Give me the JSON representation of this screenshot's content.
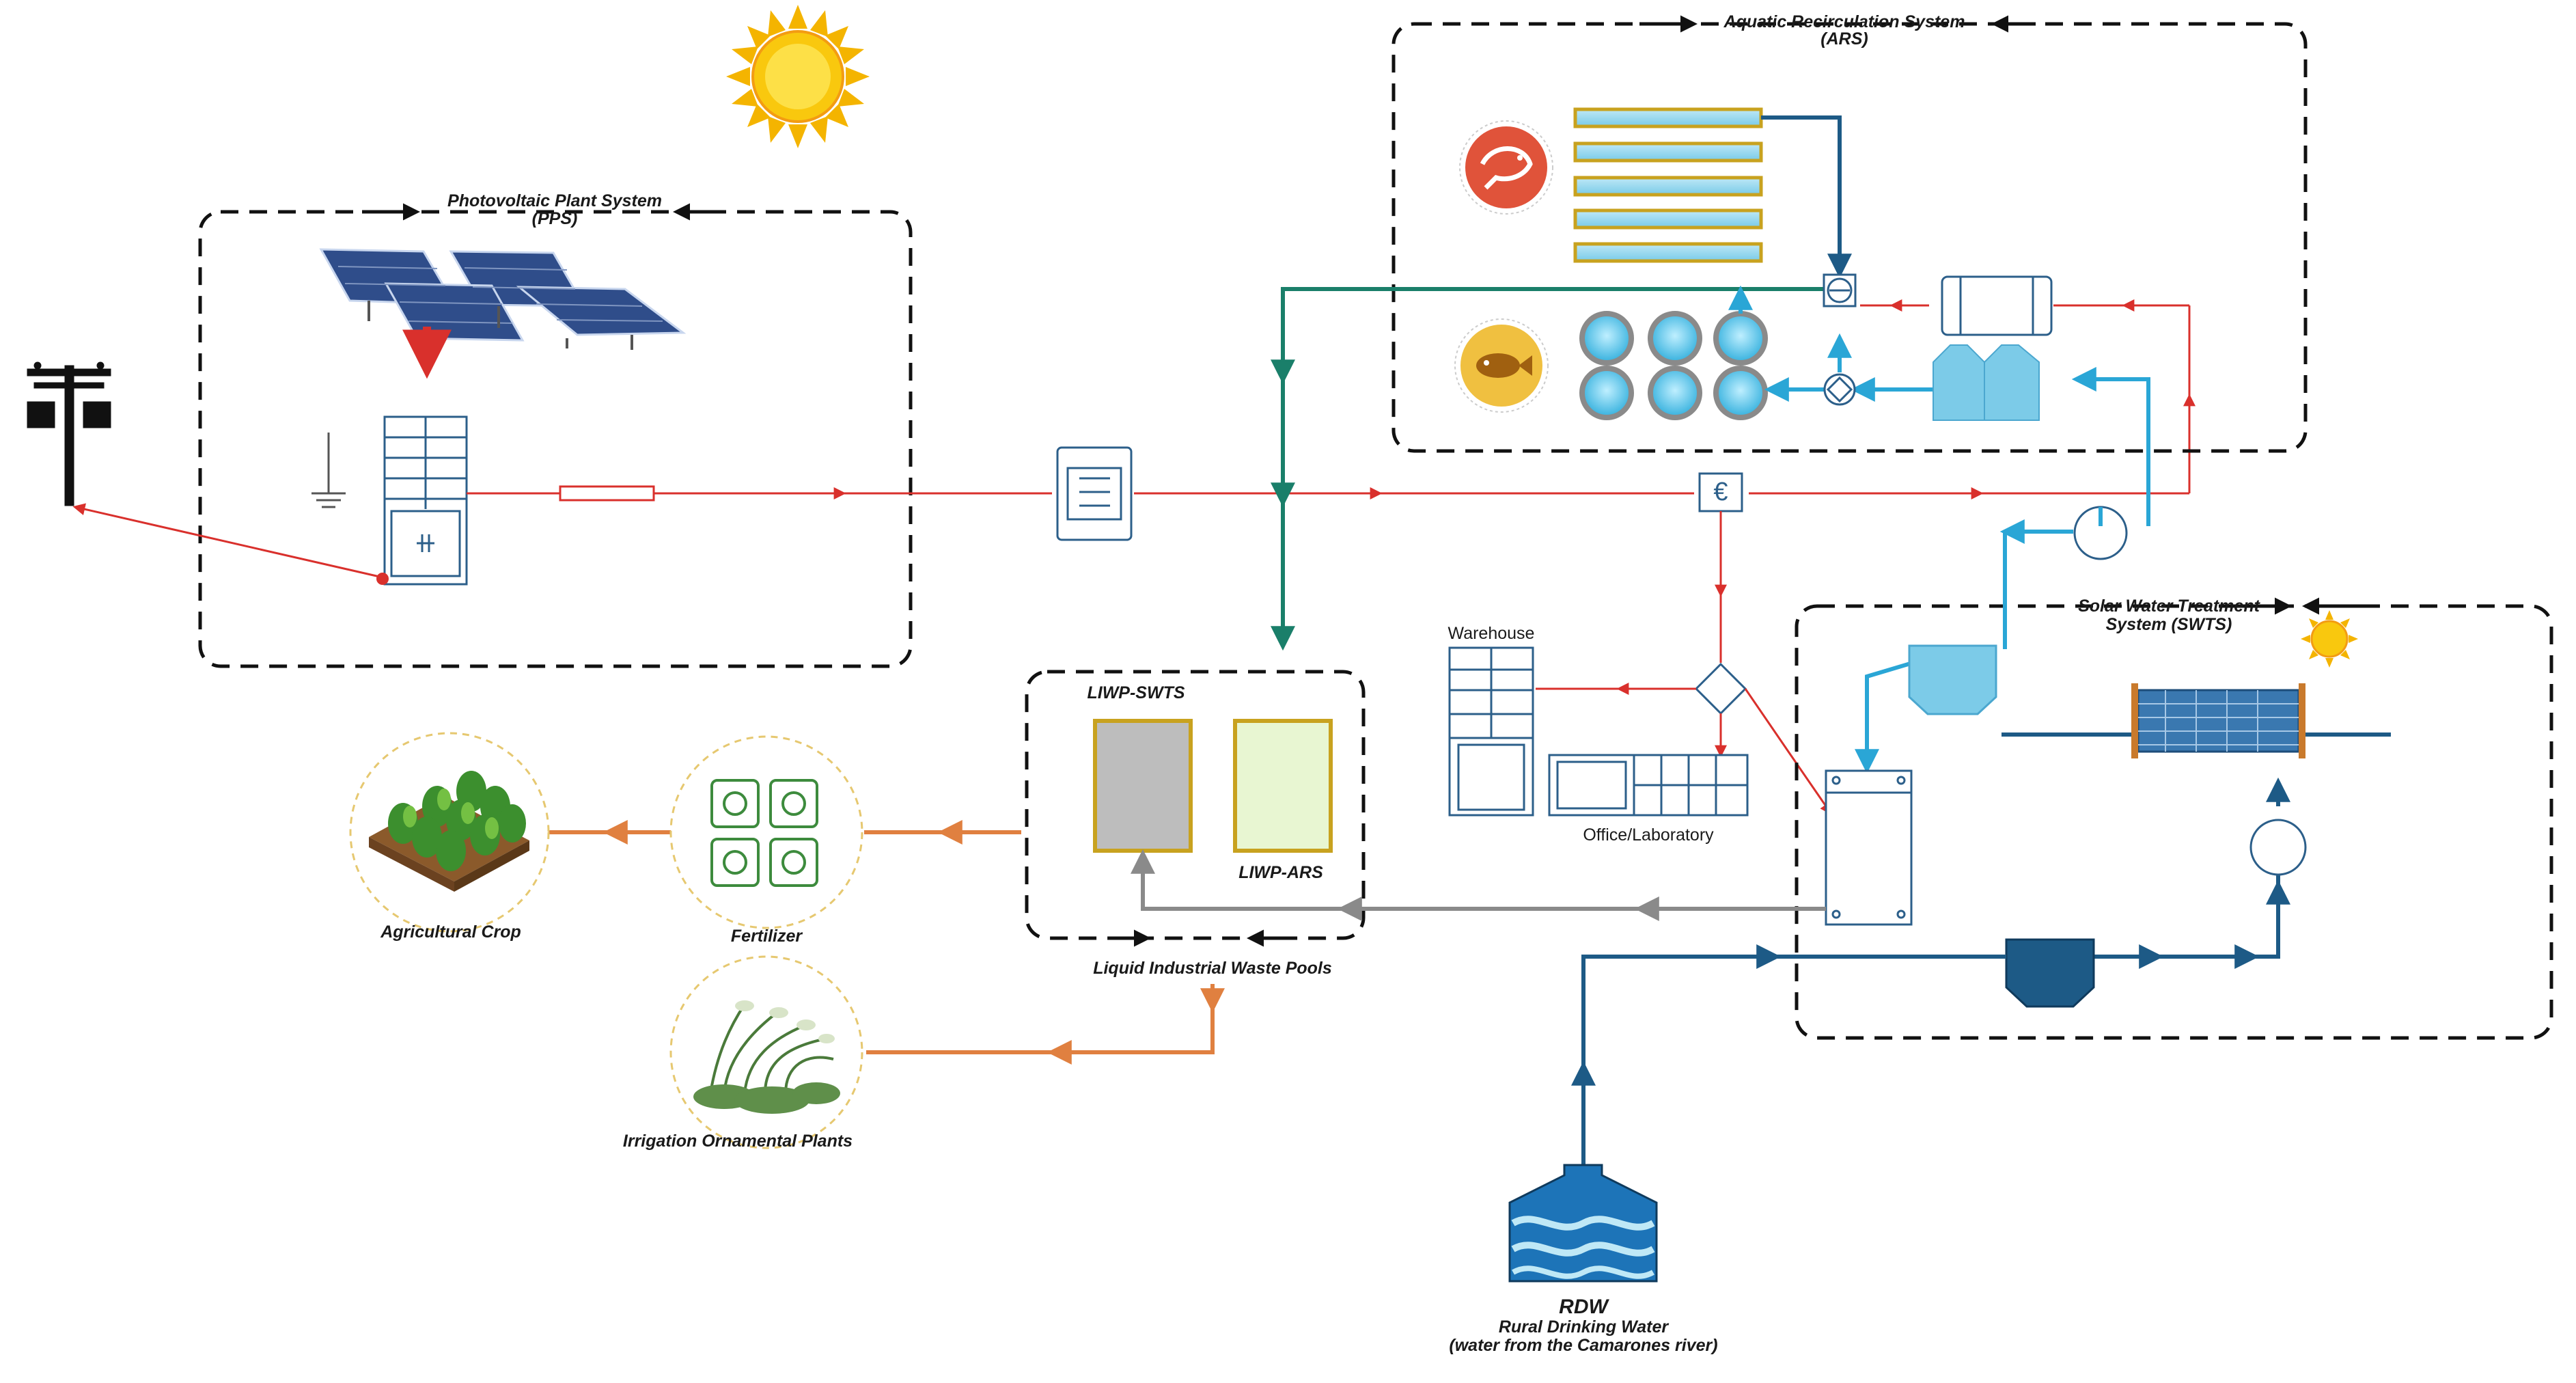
{
  "systems": {
    "pps": {
      "title": "Photovoltaic Plant System",
      "abbr": "(PPS)"
    },
    "ars": {
      "title": "Aquatic Recirculation System",
      "abbr": "(ARS)"
    },
    "swts": {
      "title_line1": "Solar Water Treatment",
      "title_line2": "System (SWTS)"
    },
    "liwp": {
      "title": "Liquid Industrial Waste Pools",
      "pool_swts": "LIWP-SWTS",
      "pool_ars": "LIWP-ARS"
    }
  },
  "buildings": {
    "warehouse": "Warehouse",
    "office": "Office/Laboratory"
  },
  "outputs": {
    "fertilizer": "Fertilizer",
    "crop": "Agricultural Crop",
    "irrigation": "Irrigation Ornamental Plants"
  },
  "source": {
    "abbr": "RDW",
    "name": "Rural Drinking Water",
    "detail": "(water from the Camarones river)"
  },
  "colors": {
    "electric": "#d9302c",
    "ars_water": "#1a7f6a",
    "clean_water": "#2aa6d6",
    "raw_water": "#1d5a86",
    "waste": "#e08040",
    "gray_return": "#8a8a8a"
  }
}
